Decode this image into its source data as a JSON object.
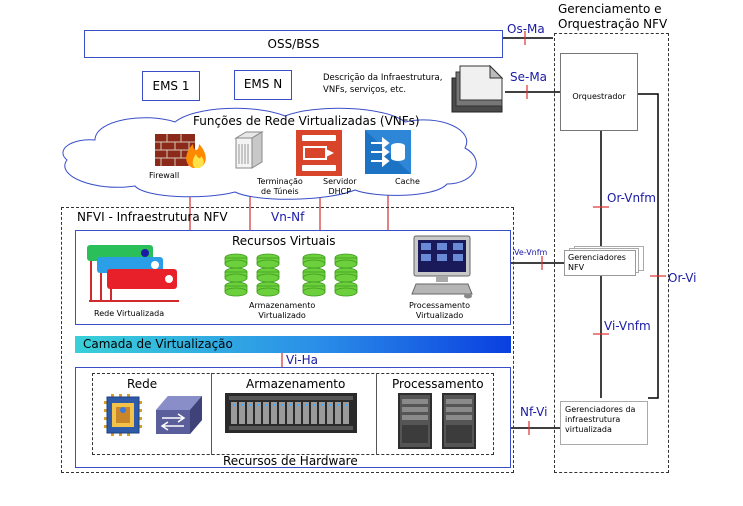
{
  "nfv_mano": {
    "title_line1": "Gerenciamento e",
    "title_line2": "Orquestração NFV"
  },
  "oss_bss": {
    "label": "OSS/BSS"
  },
  "ems": {
    "ems1": "EMS 1",
    "emsN": "EMS N"
  },
  "description": {
    "line1": "Descrição da Infraestrutura,",
    "line2": "VNFs, serviços, etc."
  },
  "vnf_cloud": {
    "title": "Funções de Rede Virtualizadas (VNFs)",
    "firewall": "Firewall",
    "tunnel_line1": "Terminação",
    "tunnel_line2": "de Túneis",
    "dhcp_line1": "Servidor",
    "dhcp_line2": "DHCP",
    "cache": "Cache"
  },
  "nfvi": {
    "title": "NFVI - Infraestrutura NFV",
    "virtual_resources": {
      "title": "Recursos Virtuais",
      "network": "Rede Virtualizada",
      "storage_line1": "Armazenamento",
      "storage_line2": "Virtualizado",
      "compute_line1": "Processamento",
      "compute_line2": "Virtualizado"
    },
    "virtualization_layer": "Camada de Virtualização",
    "hardware": {
      "title": "Recursos de Hardware",
      "network": "Rede",
      "storage": "Armazenamento",
      "compute": "Processamento"
    }
  },
  "mano": {
    "orchestrator": "Orquestrador",
    "vnfm_line1": "Gerenciadores",
    "vnfm_line2": "NFV",
    "vim_line1": "Gerenciadores  da",
    "vim_line2": "infraestrutura",
    "vim_line3": "virtualizada"
  },
  "reference_points": {
    "os_ma": "Os-Ma",
    "se_ma": "Se-Ma",
    "or_vnfm": "Or-Vnfm",
    "or_vi": "Or-Vi",
    "ve_vnfm": "Ve-Vnfm",
    "vn_nf": "Vn-Nf",
    "vi_ha": "Vi-Ha",
    "vi_vnfm": "Vi-Vnfm",
    "nf_vi": "Nf-Vi"
  },
  "colors": {
    "accent_blue": "#1a1aa6",
    "box_border_blue": "#3a4fc7",
    "tick_red": "#e03030",
    "link_red": "#d03030",
    "layer_gradient_start": "#39d0d8",
    "layer_gradient_end": "#0a3fe0"
  }
}
